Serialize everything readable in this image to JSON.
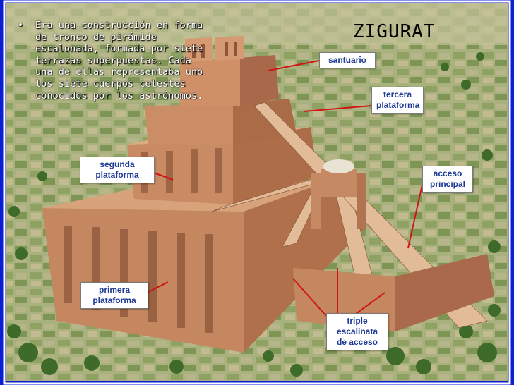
{
  "slide": {
    "title": "ZIGURAT",
    "bullet": "•",
    "body_text": "Era una construcción en forma\nde tronco de pirámide\nescalonada, formada por siete\nterrazas superpuestas. Cada\nuna de ellas representaba uno\nlos siete cuerpos celestes\nconocidos por los astrónomos."
  },
  "labels": {
    "santuario": "santuario",
    "tercera_plataforma": "tercera\nplataforma",
    "segunda_plataforma": "segunda\nplataforma",
    "acceso_principal": "acceso\nprincipal",
    "primera_plataforma": "primera\nplataforma",
    "triple_escalinata": "triple\nescalinata\nde acceso"
  },
  "colors": {
    "background": "#0b1fd0",
    "label_text": "#1e3a96",
    "leader_line": "#d01515",
    "brick": "#c98a62",
    "ground": "#9fa876"
  }
}
